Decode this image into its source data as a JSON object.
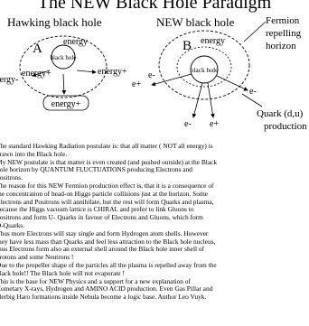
{
  "title": "The NEW Black Hole Paradigm",
  "diagram": {
    "left_title": "Hawking black hole",
    "right_title": "NEW black hole",
    "labels": {
      "left_A": "A",
      "left_energy_top": "energy",
      "left_black_hole": "black hole",
      "left_energy_plus_left": "energy+",
      "left_energy_minus": "energy-",
      "left_energy_plus_right": "energy+",
      "left_energy_plus_bottom": "energy+",
      "right_B": "B",
      "right_energy_top": "energy",
      "right_black_hole": "black hole",
      "e_plus_left": "e+",
      "e_minus_left": "e-",
      "e_minus_right": "e-",
      "e_plus_bottom": "e+",
      "e_minus_bottom": "e-",
      "fermion_l1": "Fermion",
      "fermion_l2": "repelling",
      "fermion_l3": "horizon",
      "quark_l1": "Quark (d,u)",
      "quark_l2": "production"
    }
  },
  "body_lines": [
    "The standard Hawking Radiation postulate is: that all matter ( NOT all energy) is",
    "drawn into the Black hole.",
    "My NEW postulate is that matter is even created (and pushed outside) at the Black",
    "hole horizon by QUANTUM FLUCTUATIONS producing Electrons and",
    "positrons.",
    "The reason for this NEW Fermion production effect is, that it is a consequence of",
    "the concentration of head-on Higgs particle collisions just at the horizon. Some",
    "Electrons and Positrons will annihilate, but the rest will form Quarks and plasma,",
    "because the Higgs vacuum lattice is CHIRAL and prefer to link Gluons to",
    "positrons and form U- Quarks in favour of Electrons and Gluons, which form",
    "D-Quarks.",
    "Thus more Electrons will stay single and form Hydrogen atom shells. However",
    "they have less mass than Quarks and feel less attraction to the Black hole nucleus,",
    "thus Electrons form also an external shell around the Black hole inner shell of",
    "protons and some Neutrons !",
    "Due to the propeller shape of the particles all the plasma is repelled away from the",
    "black hole!! The Black hole will not evaporate !",
    "This is the base for NEW Physics and a support for a new explanation of",
    "Cometary X-rays, Hydrogen and AMINO ACID production. Even Gas Pillar and",
    "Herbig Haro formations inside Nebula become a logic base. Author Leo Vuyk."
  ]
}
